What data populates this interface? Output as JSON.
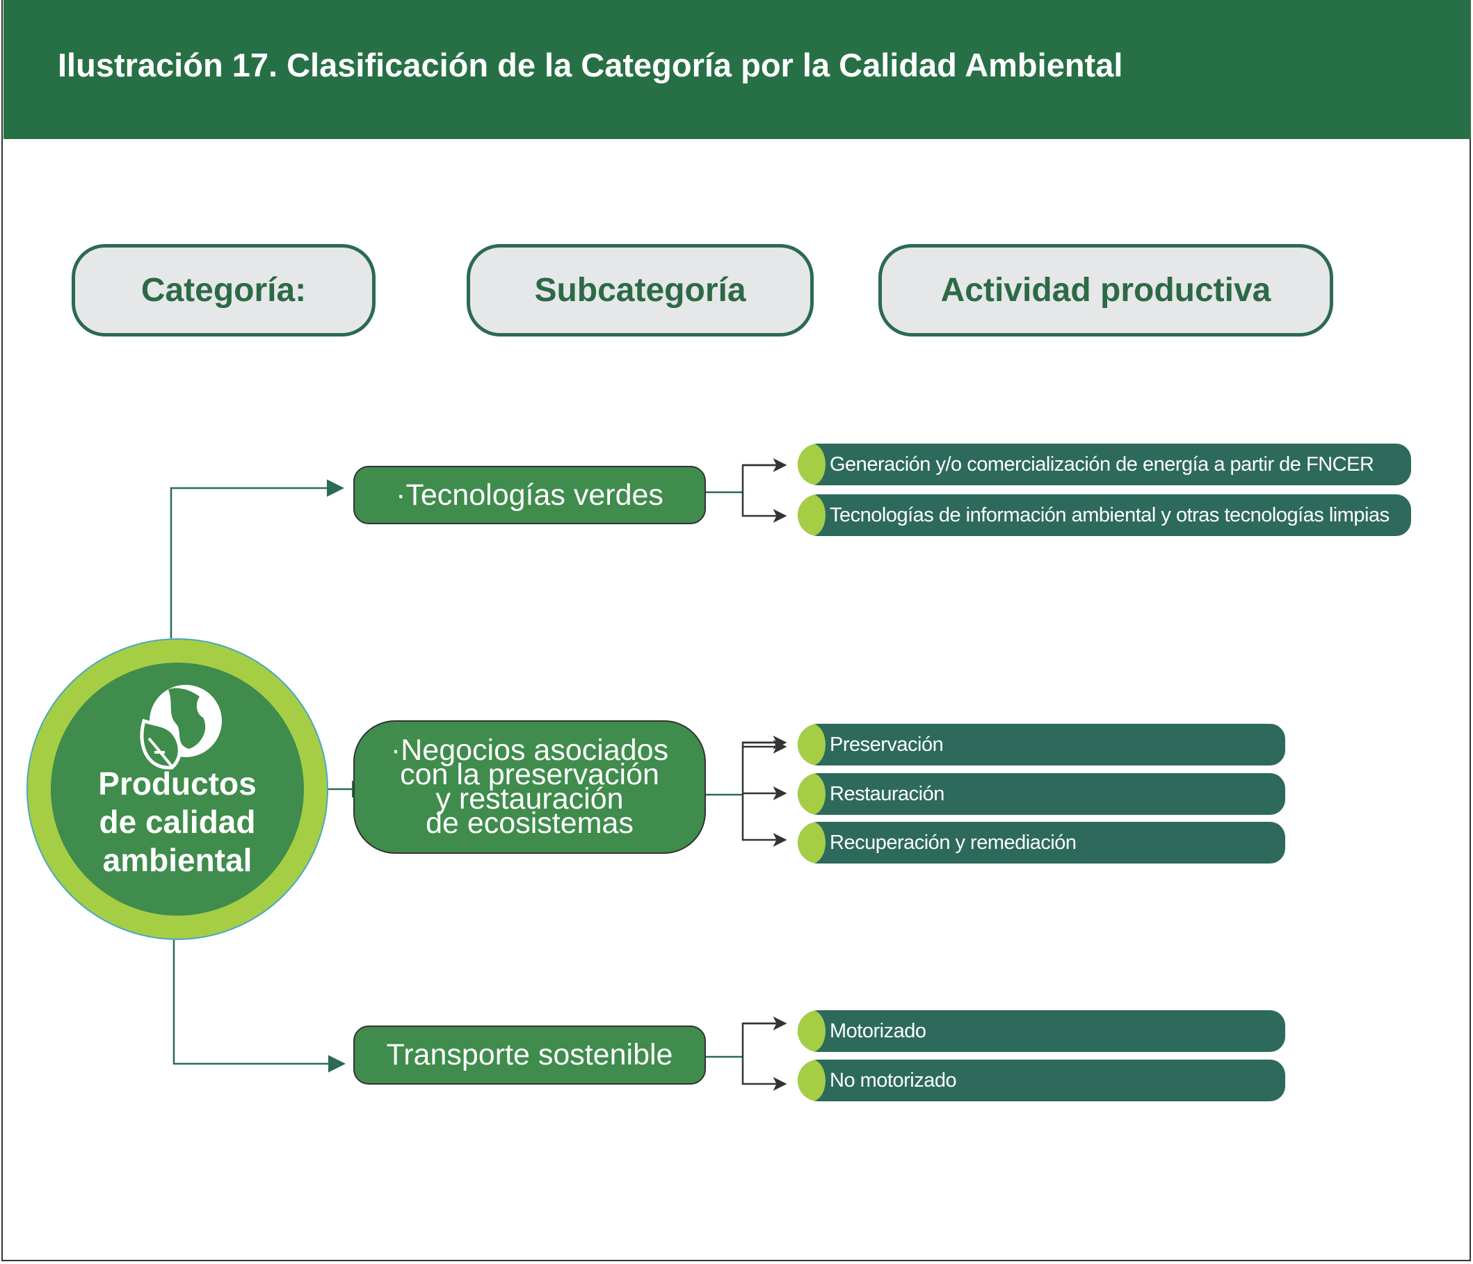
{
  "header": {
    "title": "Ilustración 17. Clasificación de la Categoría por la Calidad Ambiental"
  },
  "columns": {
    "category": "Categoría:",
    "subcategory": "Subcategoría",
    "activity": "Actividad productiva"
  },
  "category": {
    "lines": [
      "Productos",
      "de calidad",
      "ambiental"
    ],
    "icon": "globe-leaf-icon"
  },
  "subcategories": [
    {
      "label": "·Tecnologías verdes",
      "activities": [
        "Generación y/o comercialización de energía a partir de FNCER",
        "Tecnologías de información ambiental y otras tecnologías limpias"
      ]
    },
    {
      "label_lines": [
        "·Negocios asociados",
        "con la preservación",
        "y restauración",
        "de ecosistemas"
      ],
      "activities": [
        "Preservación",
        "Restauración",
        "Recuperación y remediación"
      ]
    },
    {
      "label": "Transporte sostenible",
      "activities": [
        "Motorizado",
        "No motorizado"
      ]
    }
  ],
  "colors": {
    "header": "#277046",
    "box": "#3f8c4c",
    "pill": "#2d6a5b",
    "accent": "#a6ce45"
  }
}
